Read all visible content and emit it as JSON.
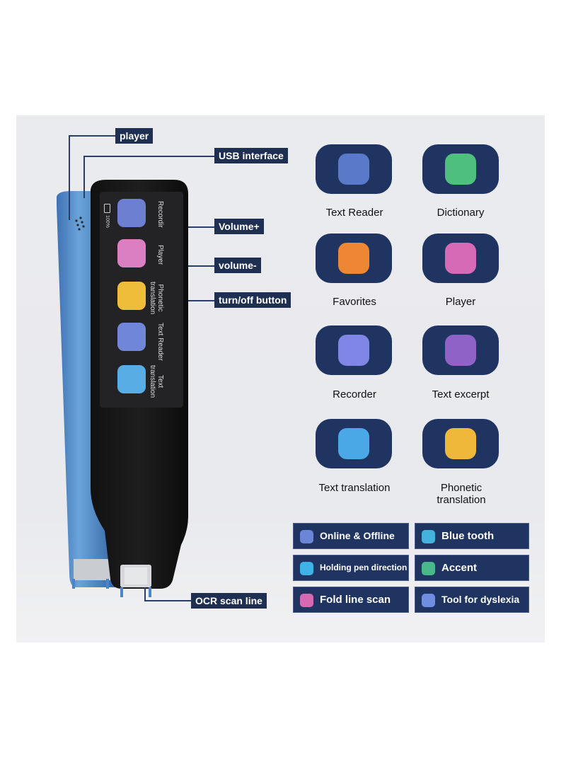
{
  "callouts": {
    "player": "player",
    "usb": "USB interface",
    "volume_up": "Volume+",
    "volume_down": "volume-",
    "power": "turn/off button",
    "ocr": "OCR scan line"
  },
  "screen": {
    "battery": "100%",
    "apps": [
      "Recordir",
      "Player",
      "Phonetic translation",
      "Text Reader",
      "Text translation"
    ]
  },
  "app_tiles": [
    {
      "label": "Text Reader",
      "icon": "text-reader-icon",
      "color": "#5b79c9"
    },
    {
      "label": "Dictionary",
      "icon": "dictionary-icon",
      "color": "#4fbf7e"
    },
    {
      "label": "Favorites",
      "icon": "favorites-icon",
      "color": "#ee8733"
    },
    {
      "label": "Player",
      "icon": "music-note-icon",
      "color": "#d76ab6"
    },
    {
      "label": "Recorder",
      "icon": "recorder-icon",
      "color": "#7f86e6"
    },
    {
      "label": "Text excerpt",
      "icon": "edit-icon",
      "color": "#8e62c7"
    },
    {
      "label": "Text translation",
      "icon": "translate-icon",
      "color": "#4aa8e6"
    },
    {
      "label": "Phonetic translation",
      "icon": "microphone-icon",
      "color": "#f0b83a"
    }
  ],
  "features": [
    {
      "label": "Online & Offline",
      "icon": "wifi-icon",
      "color": "#6b86d6"
    },
    {
      "label": "Blue tooth",
      "icon": "bluetooth-icon",
      "color": "#43b3de"
    },
    {
      "label": "Holding pen direction",
      "icon": "pen-icon",
      "color": "#3fb2e8"
    },
    {
      "label": "Accent",
      "icon": "audio-wave-icon",
      "color": "#49b88a"
    },
    {
      "label": "Fold line scan",
      "icon": "fold-scan-icon",
      "color": "#d56ab3"
    },
    {
      "label": "Tool for dyslexia",
      "icon": "dyslexia-tool-icon",
      "color": "#6f8ee0"
    }
  ]
}
